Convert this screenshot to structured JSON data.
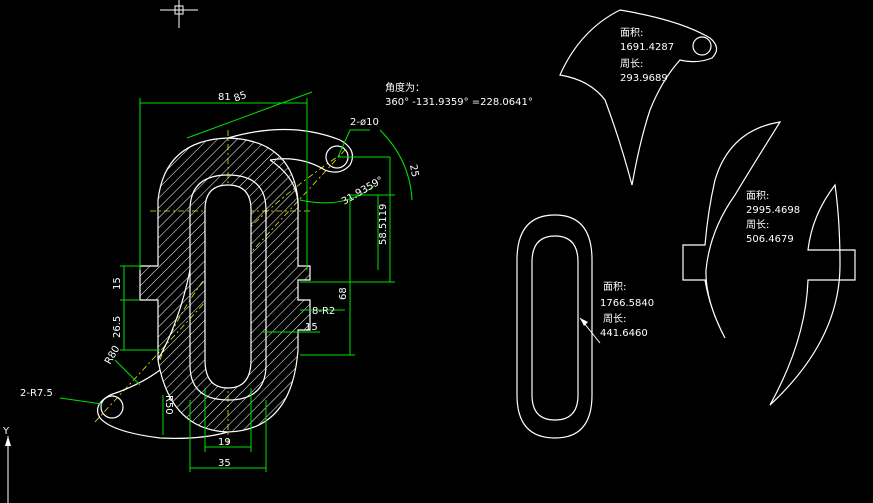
{
  "left_drawing": {
    "angle_label": "角度为：",
    "angle_formula": "360° -131.9359° =228.0641°",
    "dims": {
      "d81": "81",
      "d85": "85",
      "hole": "2-ø10",
      "d25": "25",
      "a31": "31.9359°",
      "d58": "58.5119",
      "d68": "68",
      "r2": "8-R2",
      "d15a": "15",
      "d15b": "15",
      "d26": "26.5",
      "r80": "R80",
      "r75": "2-R7.5",
      "r50": "R50",
      "d19": "19",
      "d35": "35"
    }
  },
  "regions": [
    {
      "area_label": "面积:",
      "area": "1691.4287",
      "perim_label": "周长:",
      "perim": "293.9689"
    },
    {
      "area_label": "面积:",
      "area": "2995.4698",
      "perim_label": "周长:",
      "perim": "506.4679"
    },
    {
      "area_label": "面积:",
      "area": "1766.5840",
      "perim_label": "周长:",
      "perim": "441.6460"
    }
  ],
  "ucs": {
    "axis_y": "Y"
  }
}
